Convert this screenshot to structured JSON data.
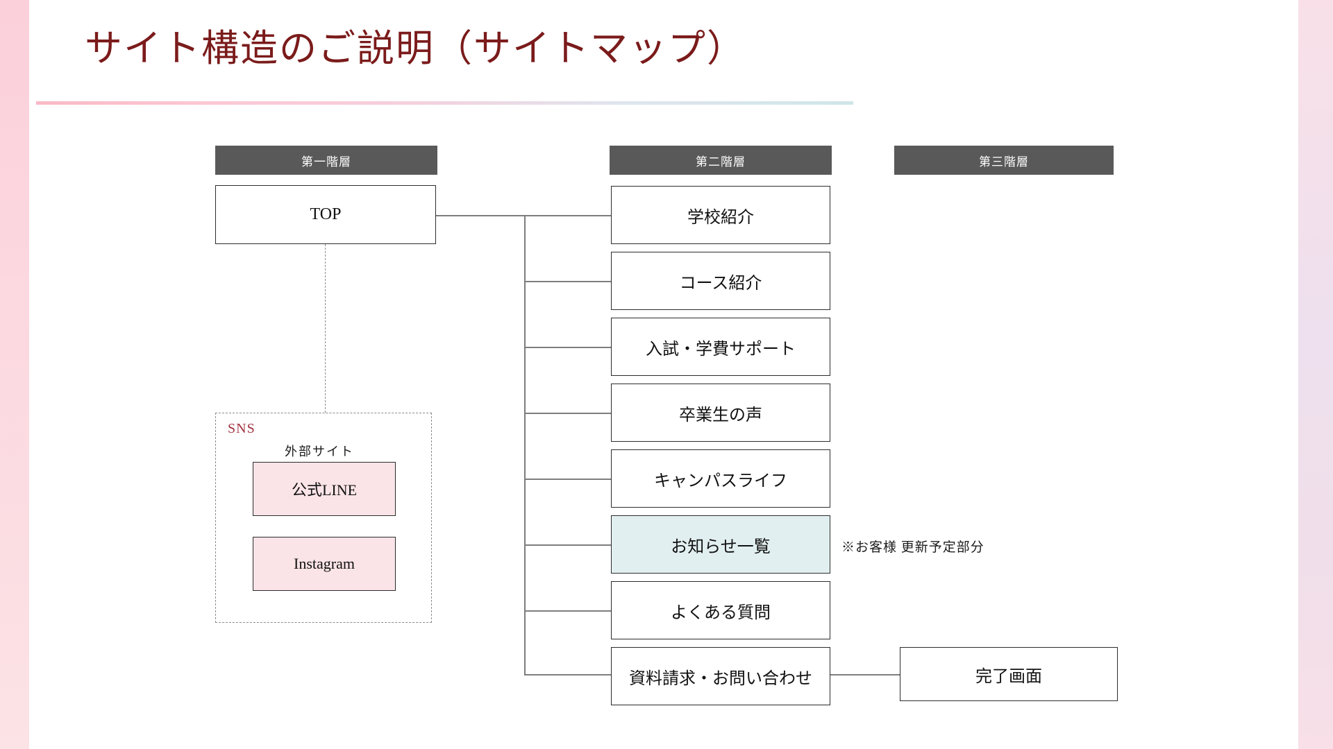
{
  "page": {
    "title": "サイト構造のご説明（サイトマップ）",
    "title_color": "#7b1b1b"
  },
  "columns": [
    {
      "id": "level1",
      "label": "第一階層"
    },
    {
      "id": "level2",
      "label": "第二階層"
    },
    {
      "id": "level3",
      "label": "第三階層"
    }
  ],
  "level1": {
    "top_node": "TOP"
  },
  "sns_group": {
    "group_label": "SNS",
    "group_label_color": "#a33341",
    "external_label": "外部サイト",
    "items": [
      {
        "label": "公式LINE",
        "fill": "#fae4e7"
      },
      {
        "label": "Instagram",
        "fill": "#fae4e7"
      }
    ]
  },
  "level2": {
    "nodes": [
      {
        "label": "学校紹介",
        "fill": "#ffffff",
        "highlight": false
      },
      {
        "label": "コース紹介",
        "fill": "#ffffff",
        "highlight": false
      },
      {
        "label": "入試・学費サポート",
        "fill": "#ffffff",
        "highlight": false
      },
      {
        "label": "卒業生の声",
        "fill": "#ffffff",
        "highlight": false
      },
      {
        "label": "キャンパスライフ",
        "fill": "#ffffff",
        "highlight": false
      },
      {
        "label": "お知らせ一覧",
        "fill": "#e2eff0",
        "highlight": true
      },
      {
        "label": "よくある質問",
        "fill": "#ffffff",
        "highlight": false
      },
      {
        "label": "資料請求・お問い合わせ",
        "fill": "#ffffff",
        "highlight": false
      }
    ]
  },
  "level3": {
    "nodes": [
      {
        "label": "完了画面",
        "fill": "#ffffff"
      }
    ]
  },
  "annotations": [
    {
      "id": "update-note",
      "text": "※お客様 更新予定部分"
    }
  ],
  "colors": {
    "header_bar": "#595959",
    "node_border": "#2b2b2b",
    "connector": "#7d7d7d",
    "dashed": "#8a8a8a",
    "highlight_fill": "#e2eff0",
    "pink_fill": "#fae4e7",
    "strip_pink": "#fbd0da",
    "strip_lavender": "#eee0ee"
  }
}
